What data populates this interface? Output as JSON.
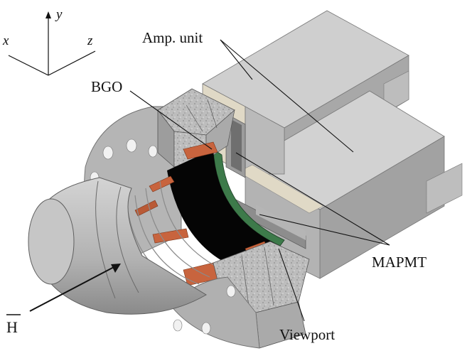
{
  "axes": {
    "x": "x",
    "y": "y",
    "z": "z"
  },
  "labels": {
    "amp_unit": "Amp. unit",
    "bgo": "BGO",
    "mapmt": "MAPMT",
    "viewport": "Viewport",
    "hbar": "H"
  },
  "colors": {
    "steel_light": "#c9c9c9",
    "steel_mid": "#a6a6a6",
    "steel_dark": "#7d7d7d",
    "box_top": "#c2c2c2",
    "box_side": "#9c9c9c",
    "copper": "#c8643e",
    "copper_dark": "#8e3e22",
    "green_window": "#3d7a4a",
    "interior": "#050505",
    "insulation": "#d9d2bf"
  }
}
